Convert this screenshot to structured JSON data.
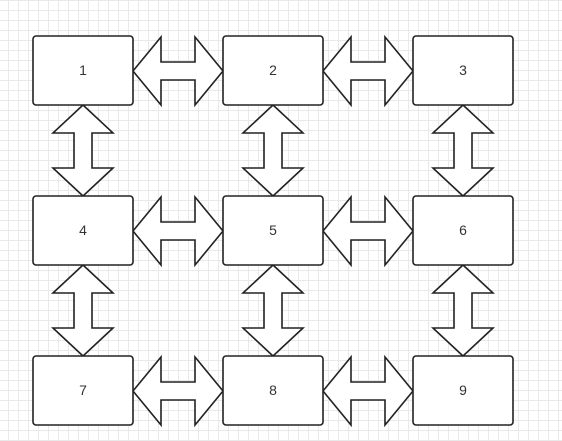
{
  "diagram": {
    "nodes": [
      {
        "id": "1",
        "label": "1",
        "row": 0,
        "col": 0
      },
      {
        "id": "2",
        "label": "2",
        "row": 0,
        "col": 1
      },
      {
        "id": "3",
        "label": "3",
        "row": 0,
        "col": 2
      },
      {
        "id": "4",
        "label": "4",
        "row": 1,
        "col": 0
      },
      {
        "id": "5",
        "label": "5",
        "row": 1,
        "col": 1
      },
      {
        "id": "6",
        "label": "6",
        "row": 1,
        "col": 2
      },
      {
        "id": "7",
        "label": "7",
        "row": 2,
        "col": 0
      },
      {
        "id": "8",
        "label": "8",
        "row": 2,
        "col": 1
      },
      {
        "id": "9",
        "label": "9",
        "row": 2,
        "col": 2
      }
    ],
    "connections": [
      {
        "from": "1",
        "to": "2",
        "style": "double-arrow"
      },
      {
        "from": "2",
        "to": "3",
        "style": "double-arrow"
      },
      {
        "from": "4",
        "to": "5",
        "style": "double-arrow"
      },
      {
        "from": "5",
        "to": "6",
        "style": "double-arrow"
      },
      {
        "from": "7",
        "to": "8",
        "style": "double-arrow"
      },
      {
        "from": "8",
        "to": "9",
        "style": "double-arrow"
      },
      {
        "from": "1",
        "to": "4",
        "style": "double-arrow"
      },
      {
        "from": "4",
        "to": "7",
        "style": "double-arrow"
      },
      {
        "from": "2",
        "to": "5",
        "style": "double-arrow"
      },
      {
        "from": "5",
        "to": "8",
        "style": "double-arrow"
      },
      {
        "from": "3",
        "to": "6",
        "style": "double-arrow"
      },
      {
        "from": "6",
        "to": "9",
        "style": "double-arrow"
      }
    ],
    "colors": {
      "stroke": "#222222",
      "fill": "#ffffff",
      "grid": "#e9e9e9",
      "text": "#333333"
    }
  }
}
